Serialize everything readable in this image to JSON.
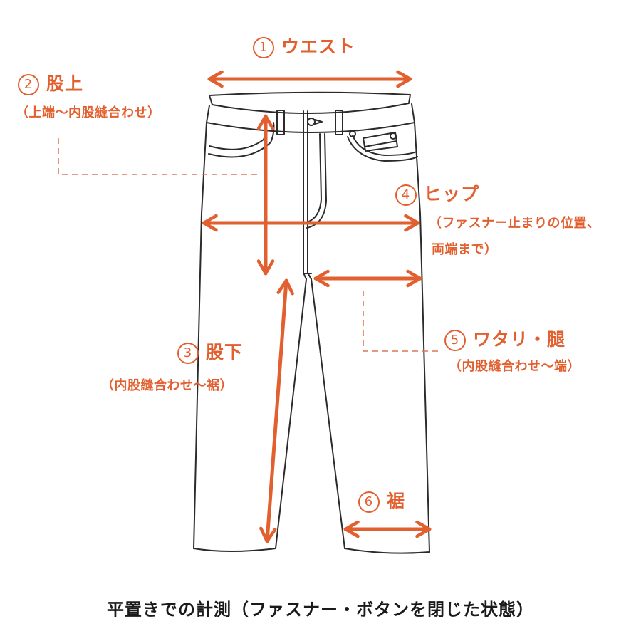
{
  "colors": {
    "accent": "#e2602f",
    "outline": "#2b2b2b",
    "background": "#ffffff",
    "caption": "#1a1a1a"
  },
  "labels": {
    "waist": {
      "number": "1",
      "title": "ウエスト"
    },
    "rise": {
      "number": "2",
      "title": "股上",
      "note": "（上端〜内股縫合わせ）"
    },
    "inseam": {
      "number": "3",
      "title": "股下",
      "note": "（内股縫合わせ〜裾）"
    },
    "hip": {
      "number": "4",
      "title": "ヒップ",
      "note_line1": "（ファスナー止まりの位置、",
      "note_line2": "両端まで）"
    },
    "thigh": {
      "number": "5",
      "title": "ワタリ・腿",
      "note": "（内股縫合わせ〜端）"
    },
    "hem": {
      "number": "6",
      "title": "裾"
    }
  },
  "caption": "平置きでの計測（ファスナー・ボタンを閉じた状態）"
}
